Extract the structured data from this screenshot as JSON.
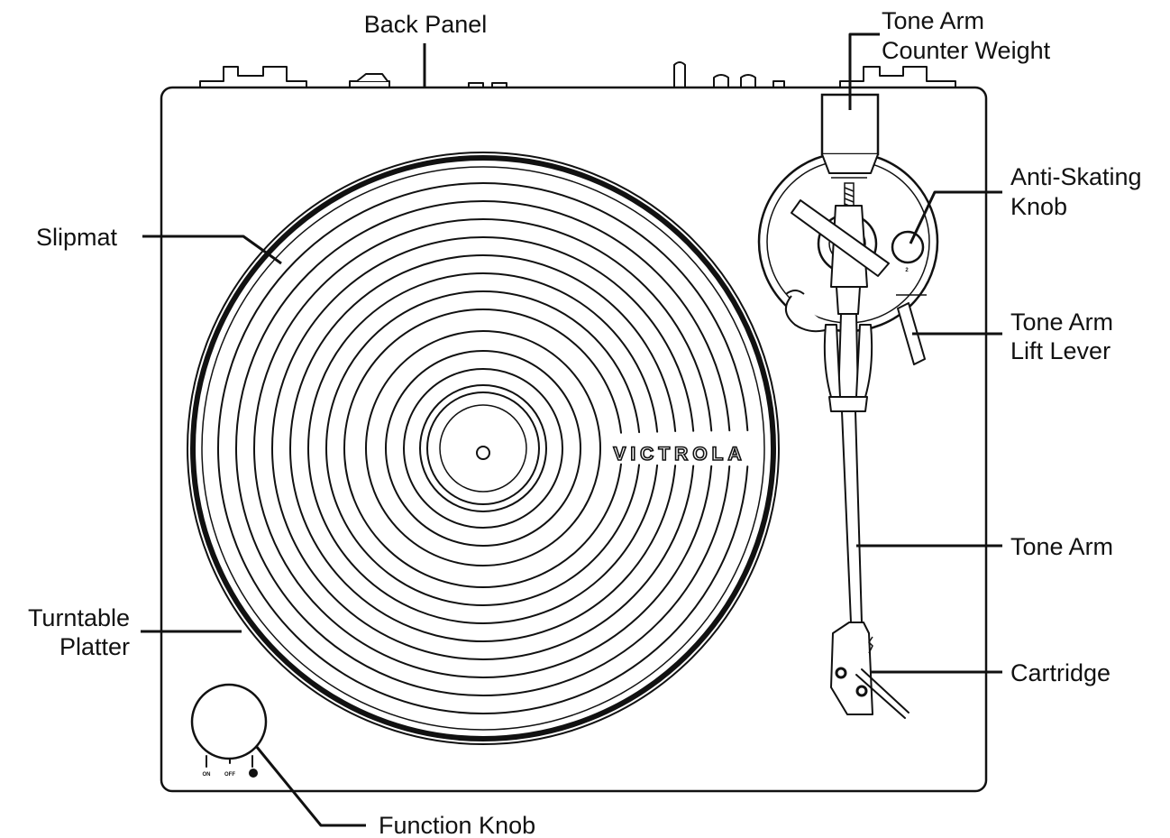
{
  "diagram": {
    "labels": {
      "back_panel": "Back Panel",
      "counter_weight_line1": "Tone Arm",
      "counter_weight_line2": "Counter Weight",
      "anti_skating_line1": "Anti-Skating",
      "anti_skating_line2": "Knob",
      "lift_lever_line1": "Tone Arm",
      "lift_lever_line2": "Lift Lever",
      "tone_arm": "Tone Arm",
      "cartridge": "Cartridge",
      "slipmat": "Slipmat",
      "platter_line1": "Turntable",
      "platter_line2": "Platter",
      "function_knob": "Function Knob"
    },
    "brand": "VICTROLA",
    "knob_marks": {
      "on": "ON",
      "off": "OFF"
    },
    "anti_skating_mark": "2"
  }
}
